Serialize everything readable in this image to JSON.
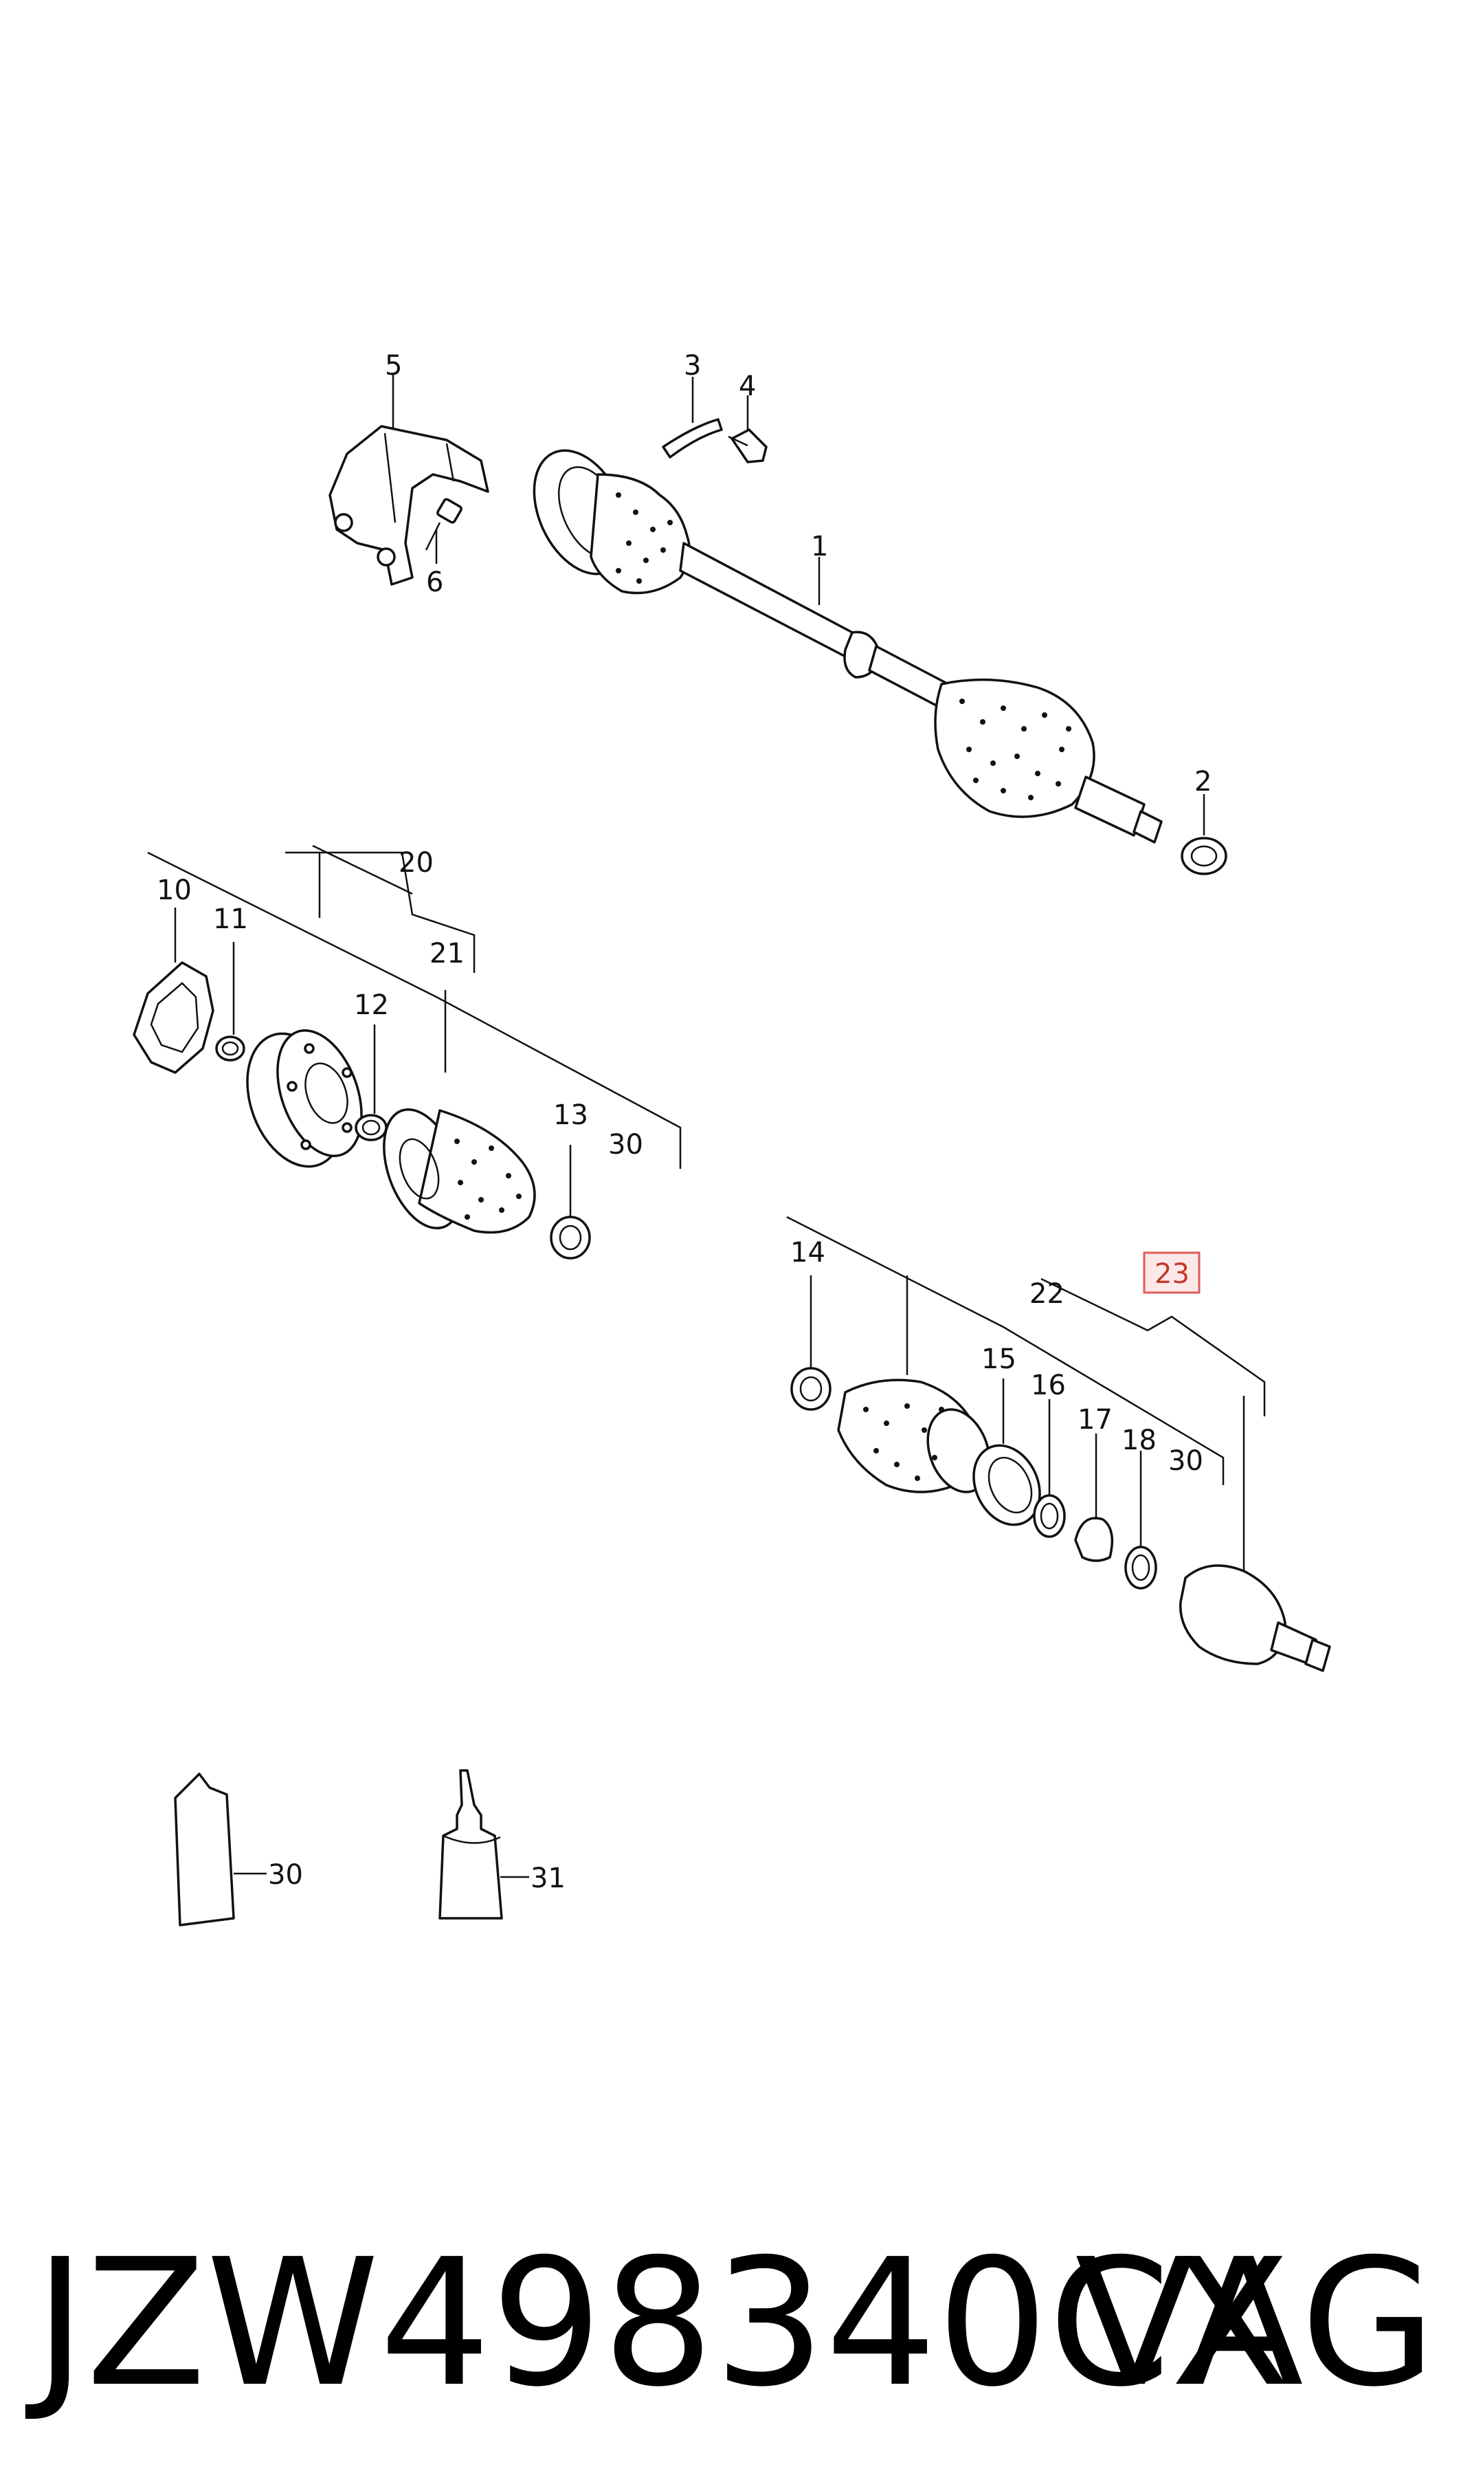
{
  "callouts": {
    "c1": "1",
    "c2": "2",
    "c3": "3",
    "c4": "4",
    "c5": "5",
    "c6": "6",
    "c10": "10",
    "c11": "11",
    "c12": "12",
    "c13": "13",
    "c14": "14",
    "c15": "15",
    "c16": "16",
    "c17": "17",
    "c18": "18",
    "c20": "20",
    "c21": "21",
    "c22": "22",
    "c23": "23",
    "c30a": "30",
    "c30b": "30",
    "c30c": "30",
    "c31": "31"
  },
  "highlighted_callout": "23",
  "highlight_color": "#e05a5a",
  "footer": {
    "part_number": "JZW498340CX",
    "brand": "VAG"
  }
}
